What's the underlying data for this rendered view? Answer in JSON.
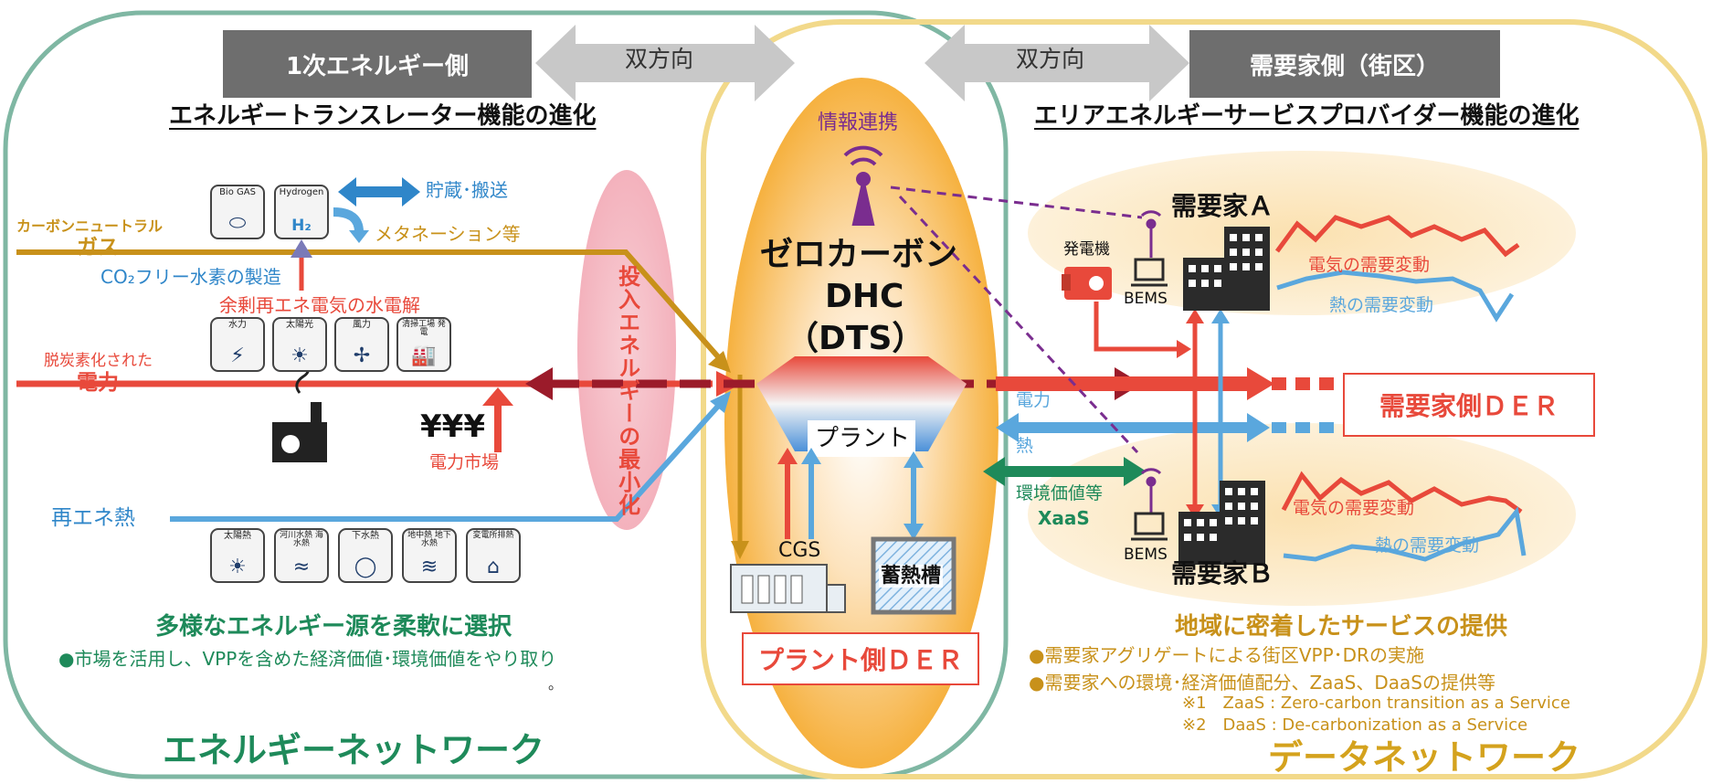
{
  "header": {
    "primary_side": "1次エネルギー側",
    "bidirectional_left": "双方向",
    "bidirectional_right": "双方向",
    "demand_side": "需要家側（街区）"
  },
  "left": {
    "title": "エネルギートランスレーター機能の進化",
    "gas_sub": "カーボンニュートラル",
    "gas_main": "ガス",
    "storage": "貯蔵･搬送",
    "methanation": "メタネーション等",
    "co2_free": "CO₂フリー水素の製造",
    "surplus": "余剰再エネ電気の水電解",
    "power_sub": "脱炭素化された",
    "power_main": "電力",
    "yen": "¥¥¥",
    "power_market": "電力市場",
    "heat": "再エネ熱",
    "minimize": "投入エネルギーの最小化",
    "flexible_title": "多様なエネルギー源を柔軟に選択",
    "flexible_desc": "●市場を活用し、VPPを含めた経済価値･環境価値をやり取り",
    "period": "。",
    "network": "エネルギーネットワーク",
    "icons_top": [
      {
        "label": "Bio GAS",
        "icon": "tank-icon"
      },
      {
        "label": "Hydrogen",
        "icon": "h2-icon",
        "glyph": "H₂"
      }
    ],
    "icons_power": [
      {
        "label": "水力",
        "icon": "hydro-icon"
      },
      {
        "label": "太陽光",
        "icon": "solar-icon"
      },
      {
        "label": "風力",
        "icon": "wind-icon"
      },
      {
        "label": "清掃工場 発電",
        "icon": "incinerator-icon"
      }
    ],
    "icons_heat": [
      {
        "label": "太陽熱",
        "icon": "solar-heat-icon"
      },
      {
        "label": "河川水熱 海水熱",
        "icon": "river-heat-icon"
      },
      {
        "label": "下水熱",
        "icon": "sewage-heat-icon"
      },
      {
        "label": "地中熱 地下水熱",
        "icon": "geothermal-icon"
      },
      {
        "label": "変電所排熱",
        "icon": "substation-icon"
      }
    ]
  },
  "center": {
    "info": "情報連携",
    "zero": "ゼロカーボン",
    "dhc": "DHC",
    "dts": "（DTS）",
    "plant": "プラント",
    "cgs": "CGS",
    "storage_tank": "蓄熱槽",
    "plant_der": "プラント側ＤＥＲ"
  },
  "right": {
    "title": "エリアエネルギーサービスプロバイダー機能の進化",
    "customer_a": "需要家Ａ",
    "customer_b": "需要家Ｂ",
    "generator": "発電機",
    "bems": "BEMS",
    "elec_demand": "電気の需要変動",
    "heat_demand": "熱の需要変動",
    "flow_power": "電力",
    "flow_heat": "熱",
    "env_value": "環境価値等",
    "xaas": "XaaS",
    "customer_der": "需要家側ＤＥＲ",
    "service_title": "地域に密着したサービスの提供",
    "bullet1": "●需要家アグリゲートによる街区VPP･DRの実施",
    "bullet2": "●需要家への環境･経済価値配分、ZaaS、DaaSの提供等",
    "note1": "※1　ZaaS : Zero-carbon transition as a Service",
    "note2": "※2　DaaS : De-carbonization as a Service",
    "network": "データネットワーク"
  },
  "colors": {
    "green_frame": "#7fb7a3",
    "yellow_frame": "#f2d98a",
    "gas": "#c8911a",
    "power": "#e8493b",
    "heat": "#5aa7dd",
    "purple": "#7a2d8f",
    "green_text": "#1e8a5a",
    "env_arrow": "#1e8a5a",
    "header_gray": "#6e6e6e"
  }
}
